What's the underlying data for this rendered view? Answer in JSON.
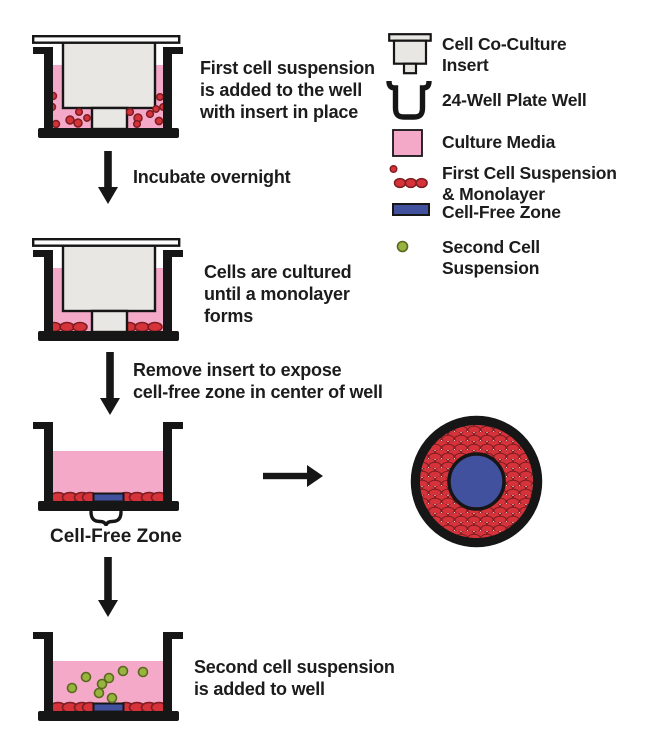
{
  "figure": {
    "background": "#ffffff",
    "kind": "cell co-culture insert protocol diagram"
  },
  "colors": {
    "media-pink": "#F4A9C8",
    "cell-red": "#D5323A",
    "cell-red-dark": "#7E1D22",
    "zone-blue": "#41519E",
    "second-green": "#97B43E",
    "second-green-dark": "#5C681F",
    "insert-gray": "#E8E7E3",
    "ink": "#161616",
    "text": "#1C1C1C"
  },
  "steps": {
    "step1": {
      "caption": "First cell suspension\nis added to the well\nwith insert in place"
    },
    "incubate": {
      "caption": "Incubate overnight"
    },
    "step2": {
      "caption": "Cells are cultured\nuntil a monolayer\nforms"
    },
    "remove": {
      "caption": "Remove insert to expose\ncell-free zone in center of well"
    },
    "zone_label": "Cell-Free Zone",
    "step4": {
      "caption": "Second cell suspension\nis added to well"
    }
  },
  "legend": {
    "items": [
      {
        "icon": "cell-co-culture-insert-icon",
        "label": "Cell Co-Culture\nInsert"
      },
      {
        "icon": "24-well-plate-well-icon",
        "label": "24-Well Plate Well"
      },
      {
        "icon": "culture-media-swatch",
        "label": "Culture Media"
      },
      {
        "icon": "first-cell-suspension-icon",
        "label": "First Cell Suspension\n& Monolayer"
      },
      {
        "icon": "cell-free-zone-swatch",
        "label": "Cell-Free Zone"
      },
      {
        "icon": "second-cell-suspension-icon",
        "label": "Second Cell\nSuspension"
      }
    ]
  }
}
